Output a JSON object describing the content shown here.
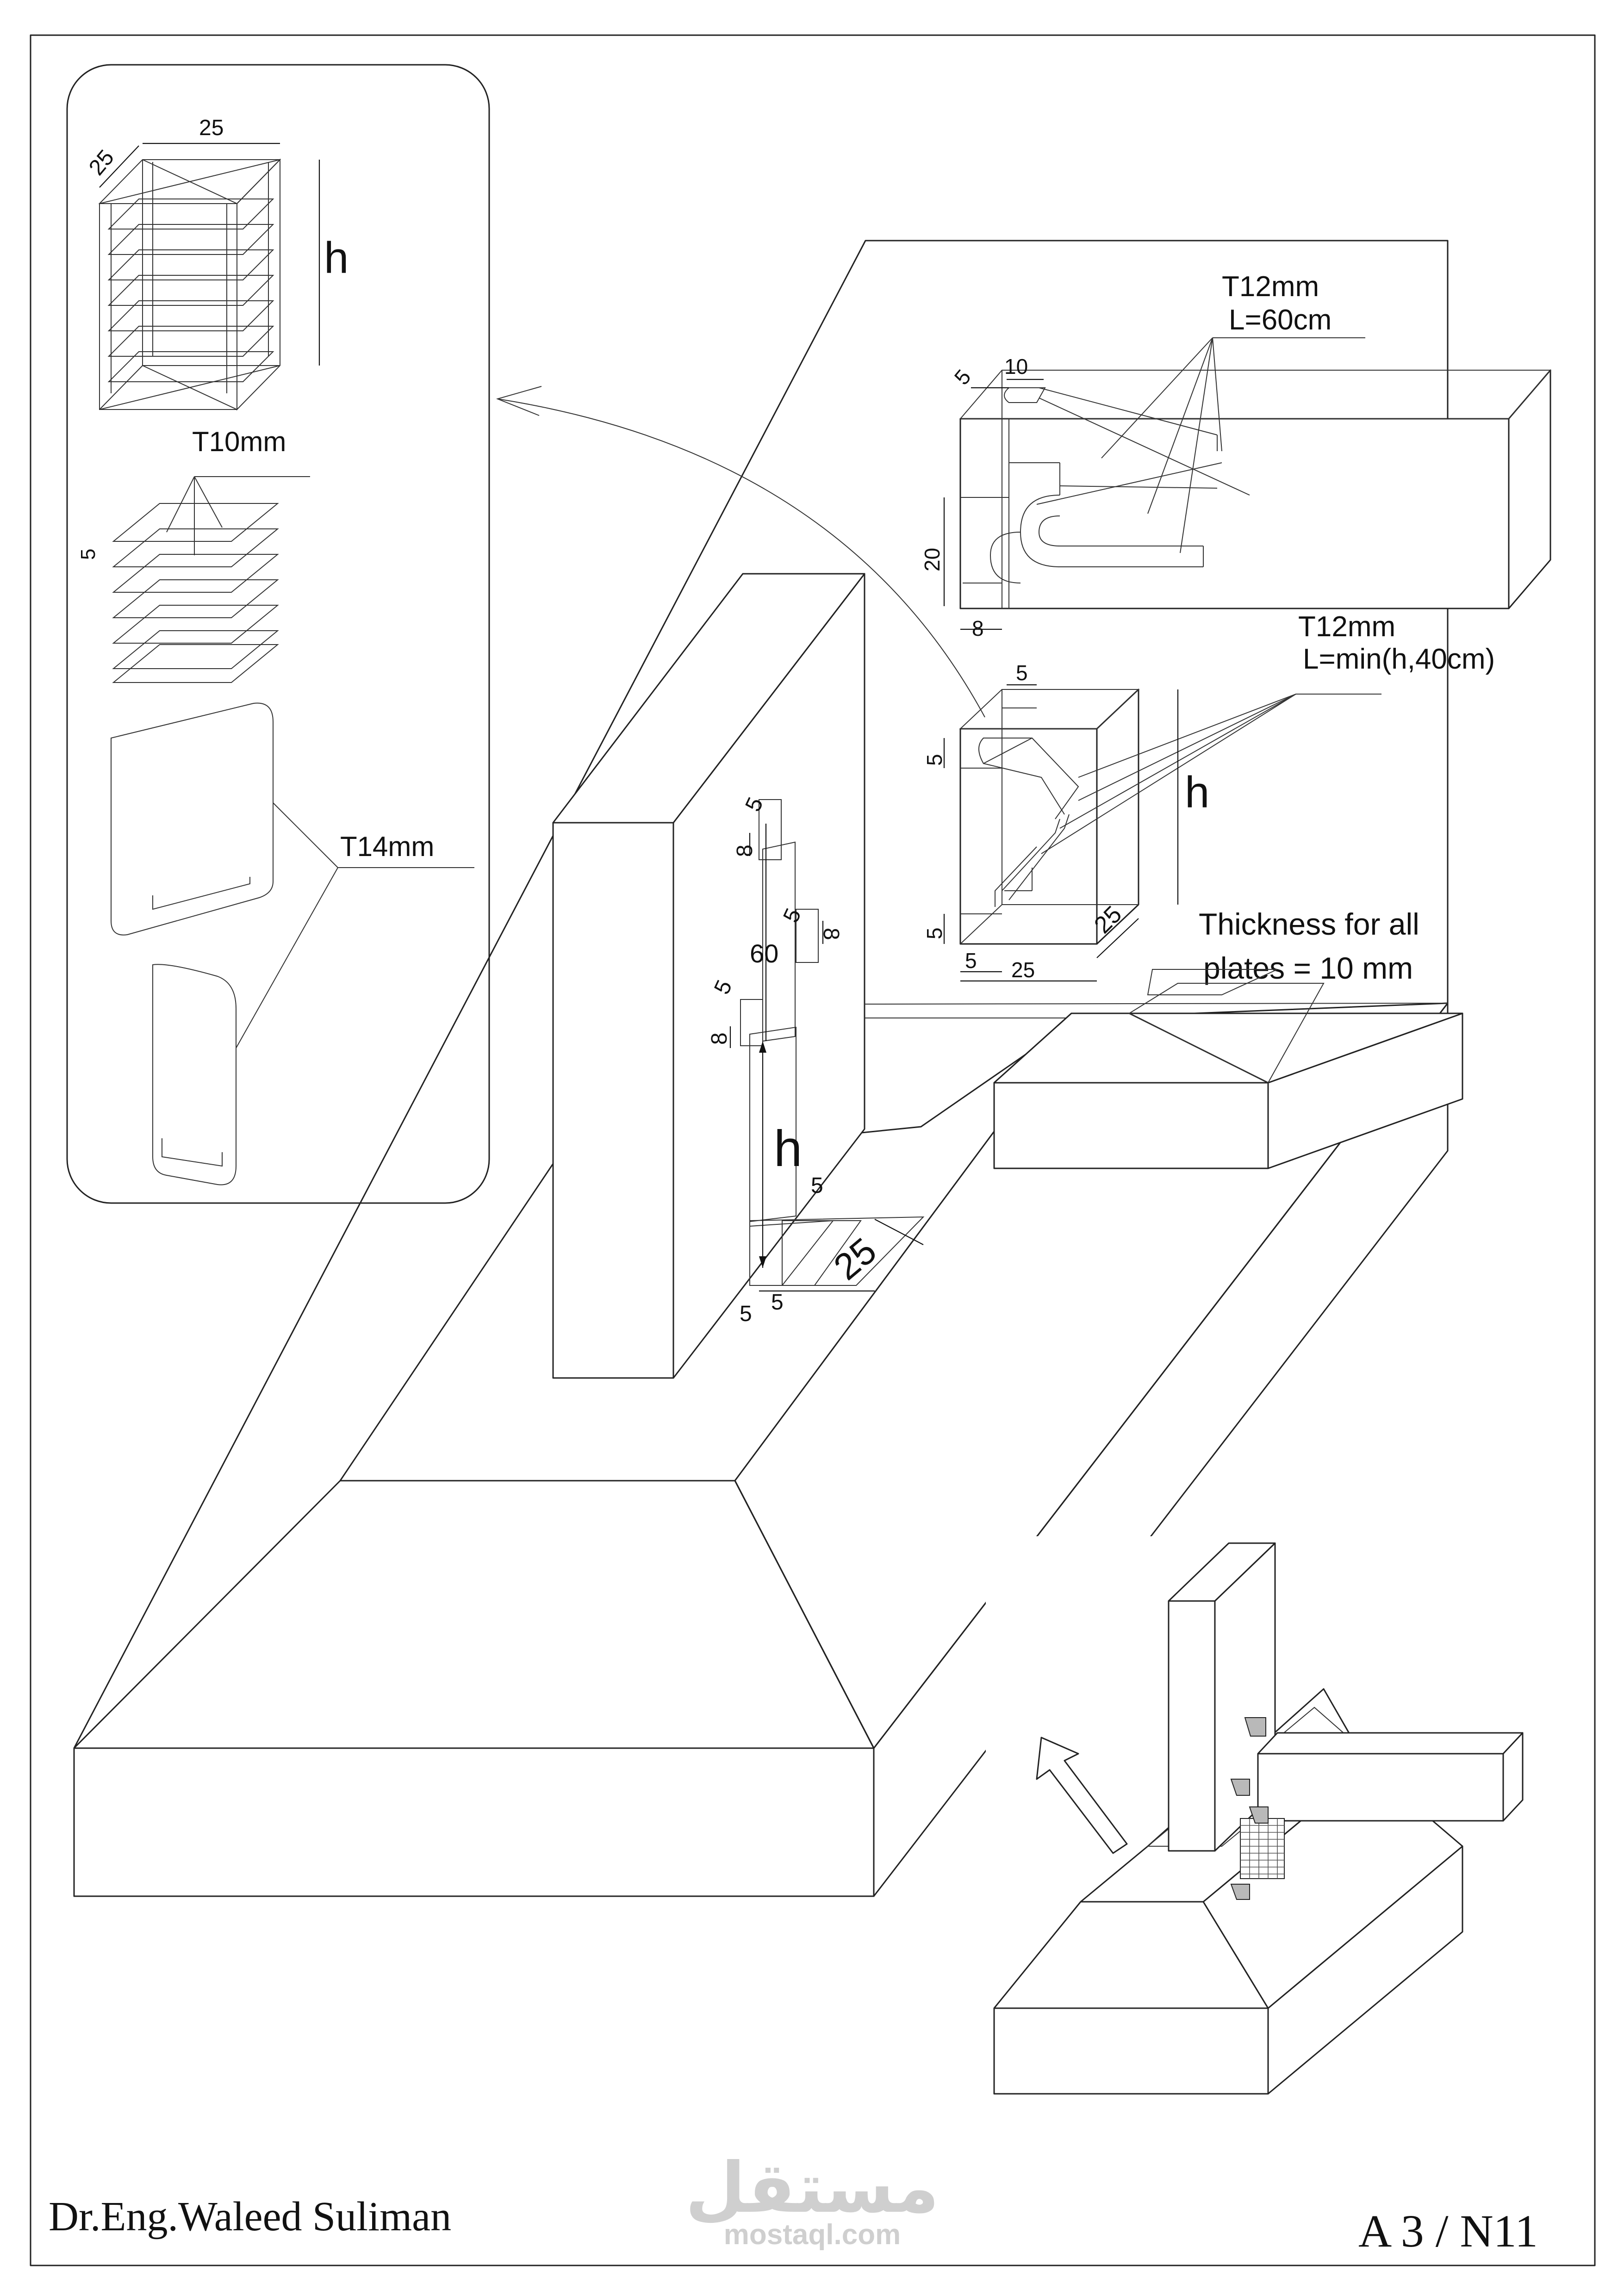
{
  "labels": {
    "stirrup_width": "25",
    "stirrup_depth": "25",
    "stirrup_height": "h",
    "t10": "T10mm",
    "t10_spacing": "5",
    "t14": "T14mm",
    "beam_bar": "T12mm",
    "beam_bar_length": "L=60cm",
    "beam_dim_5": "5",
    "beam_dim_10": "10",
    "beam_dim_20": "20",
    "beam_dim_8": "8",
    "col_bar": "T12mm",
    "col_bar_length": "L=min(h,40cm)",
    "col_dim_top": "5",
    "col_dim_left_top": "5",
    "col_dim_left_bot": "5",
    "col_dim_height": "h",
    "col_dim_depth": "25",
    "col_dim_bot": "5",
    "col_dim_width": "25",
    "note_line1": "Thickness for all",
    "note_line2": "plates = 10 mm",
    "wall_dim_5a": "5",
    "wall_dim_8a": "8",
    "wall_dim_60": "60",
    "wall_dim_5b": "5",
    "wall_dim_8b": "8",
    "wall_dim_5c": "5",
    "wall_dim_8c": "8",
    "wall_dim_h": "h",
    "wall_dim_5d": "5",
    "wall_dim_25": "25",
    "wall_dim_5e": "5",
    "wall_dim_5f": "5"
  },
  "footer": {
    "author": "Dr.Eng.Waleed Suliman",
    "sheet": "A 3 / N11",
    "watermark_arabic": "مستقل",
    "watermark_latin": "mostaql.com"
  }
}
